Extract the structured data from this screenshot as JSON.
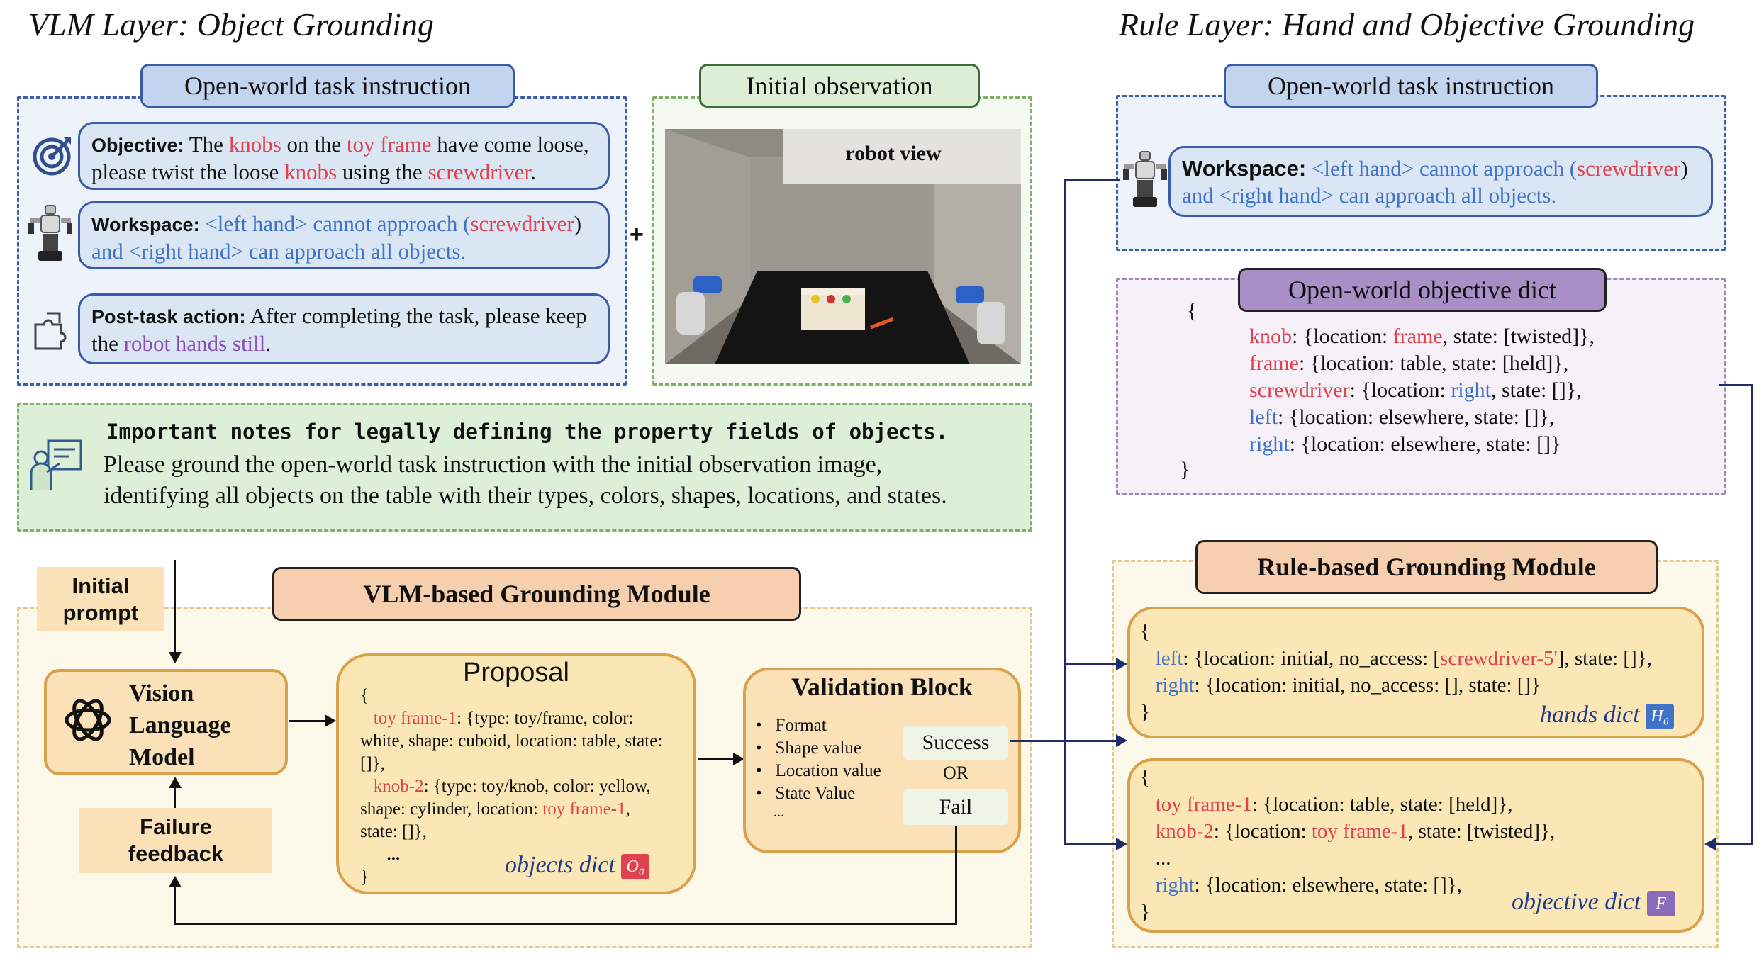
{
  "titles": {
    "vlm_layer": "VLM Layer: Object Grounding",
    "rule_layer": "Rule Layer: Hand and Objective Grounding"
  },
  "left_instruction": {
    "tab": "Open-world task instruction",
    "objective": {
      "label": "Objective:",
      "t1": "The",
      "knobs": "knobs",
      "t2": "on the",
      "toy_frame": "toy frame",
      "t3": "have come loose,",
      "t4": "please twist the loose",
      "knobs2": "knobs",
      "t5": "using the",
      "screwdriver": "screwdriver",
      "t6": "."
    },
    "workspace": {
      "label": "Workspace:",
      "p1": "<left hand> cannot approach (",
      "screwdriver": "screwdriver",
      "p2": ")",
      "p3": "and <right hand> can approach all objects."
    },
    "post_task": {
      "label": "Post-task action:",
      "t1": "After completing the task, please keep",
      "t2": "the",
      "robot_hands": "robot hands still",
      "t3": "."
    }
  },
  "plus_symbol": "+",
  "observation": {
    "tab": "Initial observation",
    "view_label": "robot view"
  },
  "notes": {
    "title": "Important notes for legally defining the property fields of objects.",
    "line1": "Please ground the open-world task instruction with the initial observation image,",
    "line2": "identifying all objects on the table with their types, colors, shapes, locations, and states."
  },
  "vlm_module": {
    "title": "VLM-based Grounding Module",
    "initial_prompt": [
      "Initial",
      "prompt"
    ],
    "vlm": [
      "Vision",
      "Language",
      "Model"
    ],
    "failure": [
      "Failure",
      "feedback"
    ],
    "proposal": {
      "title": "Proposal",
      "open": "{",
      "k1": "toy frame-1",
      "v1": ": {type: toy/frame, color:",
      "v1b": "white, shape: cuboid, location: table, state:",
      "v1c": "[]},",
      "k2": "knob-2",
      "v2": ": {type: toy/knob, color: yellow,",
      "v2b": "shape: cylinder, location:",
      "v2loc": "toy frame-1",
      "v2c": ",",
      "v2d": "state: []},",
      "ellipsis": "...",
      "close": "}",
      "dict_label": "objects dict",
      "badge": "O₀"
    },
    "validation": {
      "title": "Validation Block",
      "items": [
        "Format",
        "Shape value",
        "Location value",
        "State Value"
      ],
      "more": "...",
      "success": "Success",
      "or": "OR",
      "fail": "Fail"
    }
  },
  "right_instruction": {
    "tab": "Open-world task instruction",
    "workspace": {
      "label": "Workspace:",
      "p1": "<left hand> cannot approach (",
      "screwdriver": "screwdriver",
      "p2": ")",
      "p3": "and <right hand> can approach all objects."
    }
  },
  "objective_dict": {
    "tab": "Open-world objective dict",
    "open": "{",
    "rows": [
      {
        "key": "knob",
        "a": ": {location: ",
        "loc": "frame",
        "b": ", state: [twisted]},"
      },
      {
        "key": "frame",
        "a": ": {location: table, state: [held]},",
        "loc": "",
        "b": ""
      },
      {
        "key": "screwdriver",
        "a": ": {location: ",
        "loc": "right",
        "b": ", state: []},"
      },
      {
        "key": "left",
        "a": ": {location: elsewhere, state: []},",
        "loc": "",
        "b": ""
      },
      {
        "key": "right",
        "a": ": {location: elsewhere, state: []}",
        "loc": "",
        "b": ""
      }
    ],
    "close": "}"
  },
  "rule_module": {
    "title": "Rule-based Grounding Module",
    "hands": {
      "open": "{",
      "l_key": "left",
      "l_val": ": {location: initial, no_access: [",
      "l_sd": "screwdriver-5'",
      "l_end": "], state: []},",
      "r_key": "right",
      "r_val": ": {location: initial, no_access: [], state: []}",
      "close": "}",
      "label": "hands dict",
      "badge": "H₀"
    },
    "objective": {
      "open": "{",
      "k1": "toy frame-1",
      "v1": ": {location: table, state: [held]},",
      "k2": "knob-2",
      "v2a": ": {location:",
      "v2loc": "toy frame-1",
      "v2b": ", state: [twisted]},",
      "dots": "...",
      "k3": "right",
      "v3": ": {location: elsewhere, state: []},",
      "close": "}",
      "label": "objective dict",
      "badge": "F"
    }
  },
  "colors": {
    "red": "#e0414f",
    "blue": "#3f73c9",
    "purple": "#8a4fb8",
    "navy": "#1f2b6b",
    "tab_blue": "#c3d4ee",
    "tab_green": "#dcefd6",
    "tab_purple": "#a88fc6",
    "tab_orange": "#f6cfae",
    "panel_yellow": "#fdf9ea",
    "box_yellow": "#fbe7b5"
  },
  "icons": [
    "target-icon",
    "robot-icon",
    "puzzle-icon",
    "teacher-icon",
    "openai-logo-icon"
  ]
}
